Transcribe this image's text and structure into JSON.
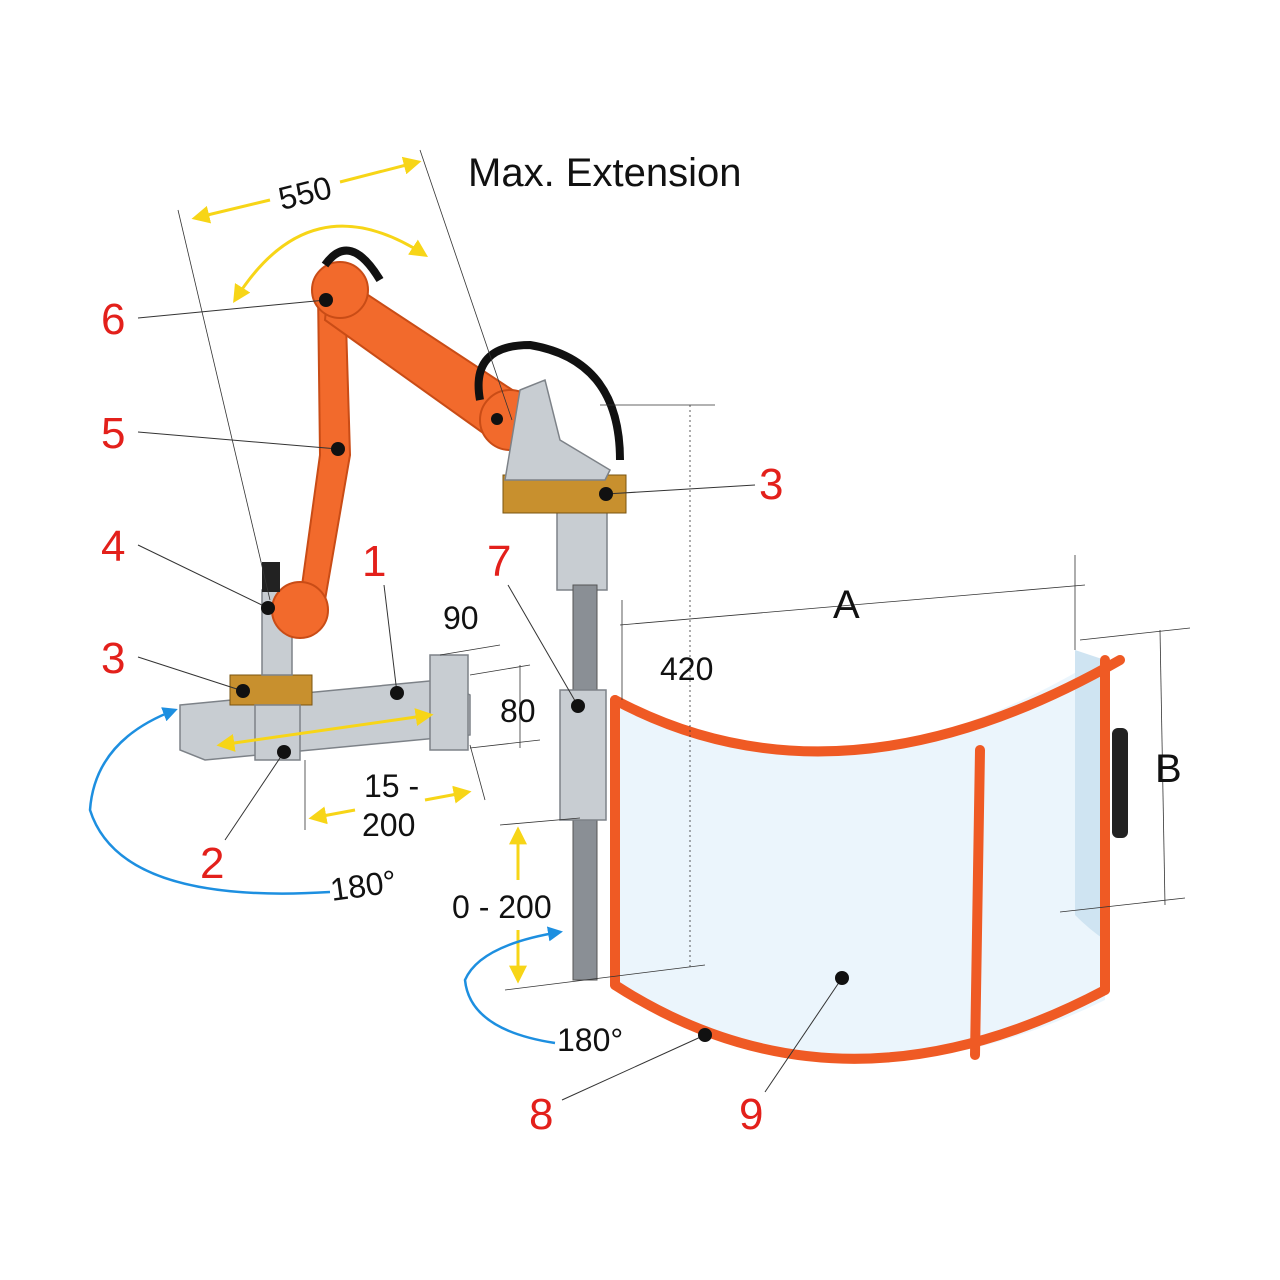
{
  "title": "Max. Extension",
  "dimensions": {
    "arm_length": "550",
    "bracket_width": "90",
    "bracket_height": "80",
    "post_height": "420",
    "slide_range_line1": "15 -",
    "slide_range_line2": "200",
    "height_adjust": "0 - 200",
    "rotation_base": "180°",
    "rotation_post": "180°",
    "shield_width": "A",
    "shield_height": "B"
  },
  "callouts": {
    "c1": "1",
    "c2": "2",
    "c3_left": "3",
    "c3_right": "3",
    "c4": "4",
    "c5": "5",
    "c6": "6",
    "c7": "7",
    "c8": "8",
    "c9": "9"
  },
  "colors": {
    "callout": "#e3201b",
    "arm": "#f26a2c",
    "dim_arrow": "#f7d517",
    "rotation_arrow": "#1d8fe0"
  }
}
